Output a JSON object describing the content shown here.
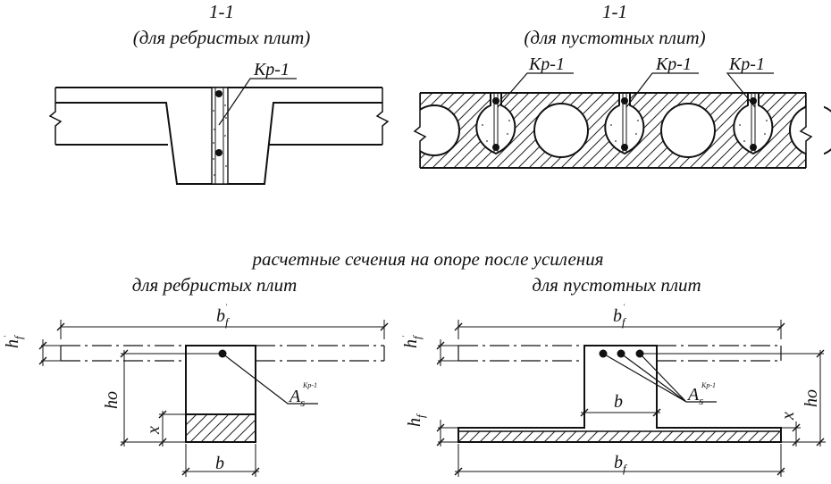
{
  "top_left": {
    "section_mark": "1-1",
    "caption": "(для ребристых плит)",
    "clamp_label": "Кр-1"
  },
  "top_right": {
    "section_mark": "1-1",
    "caption": "(для пустотных плит)",
    "clamp_labels": [
      "Кр-1",
      "Кр-1",
      "Кр-1"
    ]
  },
  "middle_title": "расчетные сечения на опоре после усиления",
  "bottom_left": {
    "caption": "для ребристых плит",
    "dims": {
      "bf_main": "b",
      "bf_sub": "f",
      "bf_sup": "'",
      "hf_main": "h",
      "hf_sub": "f",
      "hf_sup": "'",
      "ho": "ho",
      "x": "x",
      "b": "b"
    },
    "rebar": {
      "main": "A",
      "sub": "s",
      "sup": "Кр-1"
    }
  },
  "bottom_right": {
    "caption": "для пустотных плит",
    "dims": {
      "bf_top_main": "b",
      "bf_top_sub": "f",
      "bf_top_sup": "'",
      "hf_top_main": "h",
      "hf_top_sub": "f",
      "hf_top_sup": "'",
      "b": "b",
      "hf_main": "h",
      "hf_sub": "f",
      "bf_main": "b",
      "bf_sub": "f",
      "x": "x",
      "ho": "ho"
    },
    "rebar": {
      "main": "A",
      "sub": "s",
      "sup": "Кр-1"
    }
  }
}
